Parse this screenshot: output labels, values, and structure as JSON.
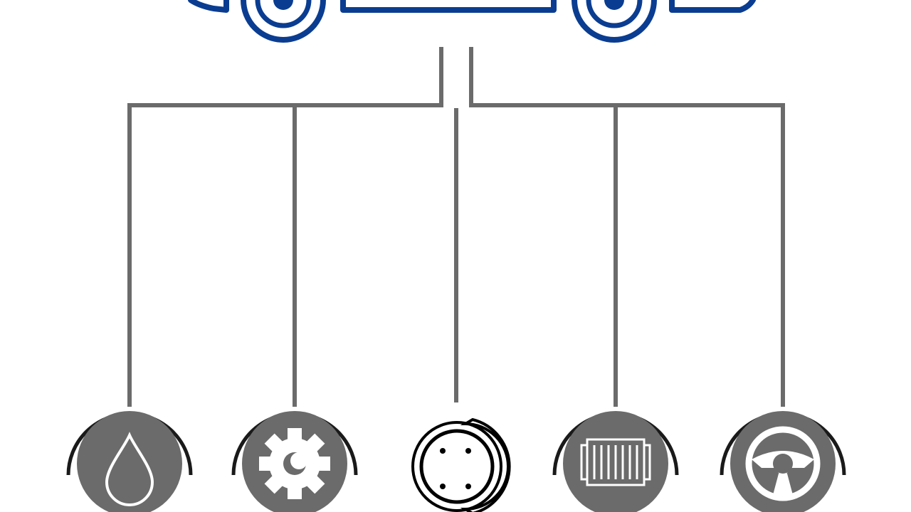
{
  "diagram": {
    "car": {
      "icon": "car-icon",
      "color": "#0a3d91"
    },
    "connector_color": "#6b6b6b",
    "branches": [
      {
        "icon": "oil-drop-icon",
        "fill": "#6b6b6b",
        "style": "filled"
      },
      {
        "icon": "gear-icon",
        "fill": "#6b6b6b",
        "style": "filled"
      },
      {
        "icon": "brake-disc-icon",
        "fill": "#ffffff",
        "style": "outline"
      },
      {
        "icon": "radiator-icon",
        "fill": "#6b6b6b",
        "style": "filled"
      },
      {
        "icon": "steering-wheel-icon",
        "fill": "#6b6b6b",
        "style": "filled"
      }
    ]
  }
}
